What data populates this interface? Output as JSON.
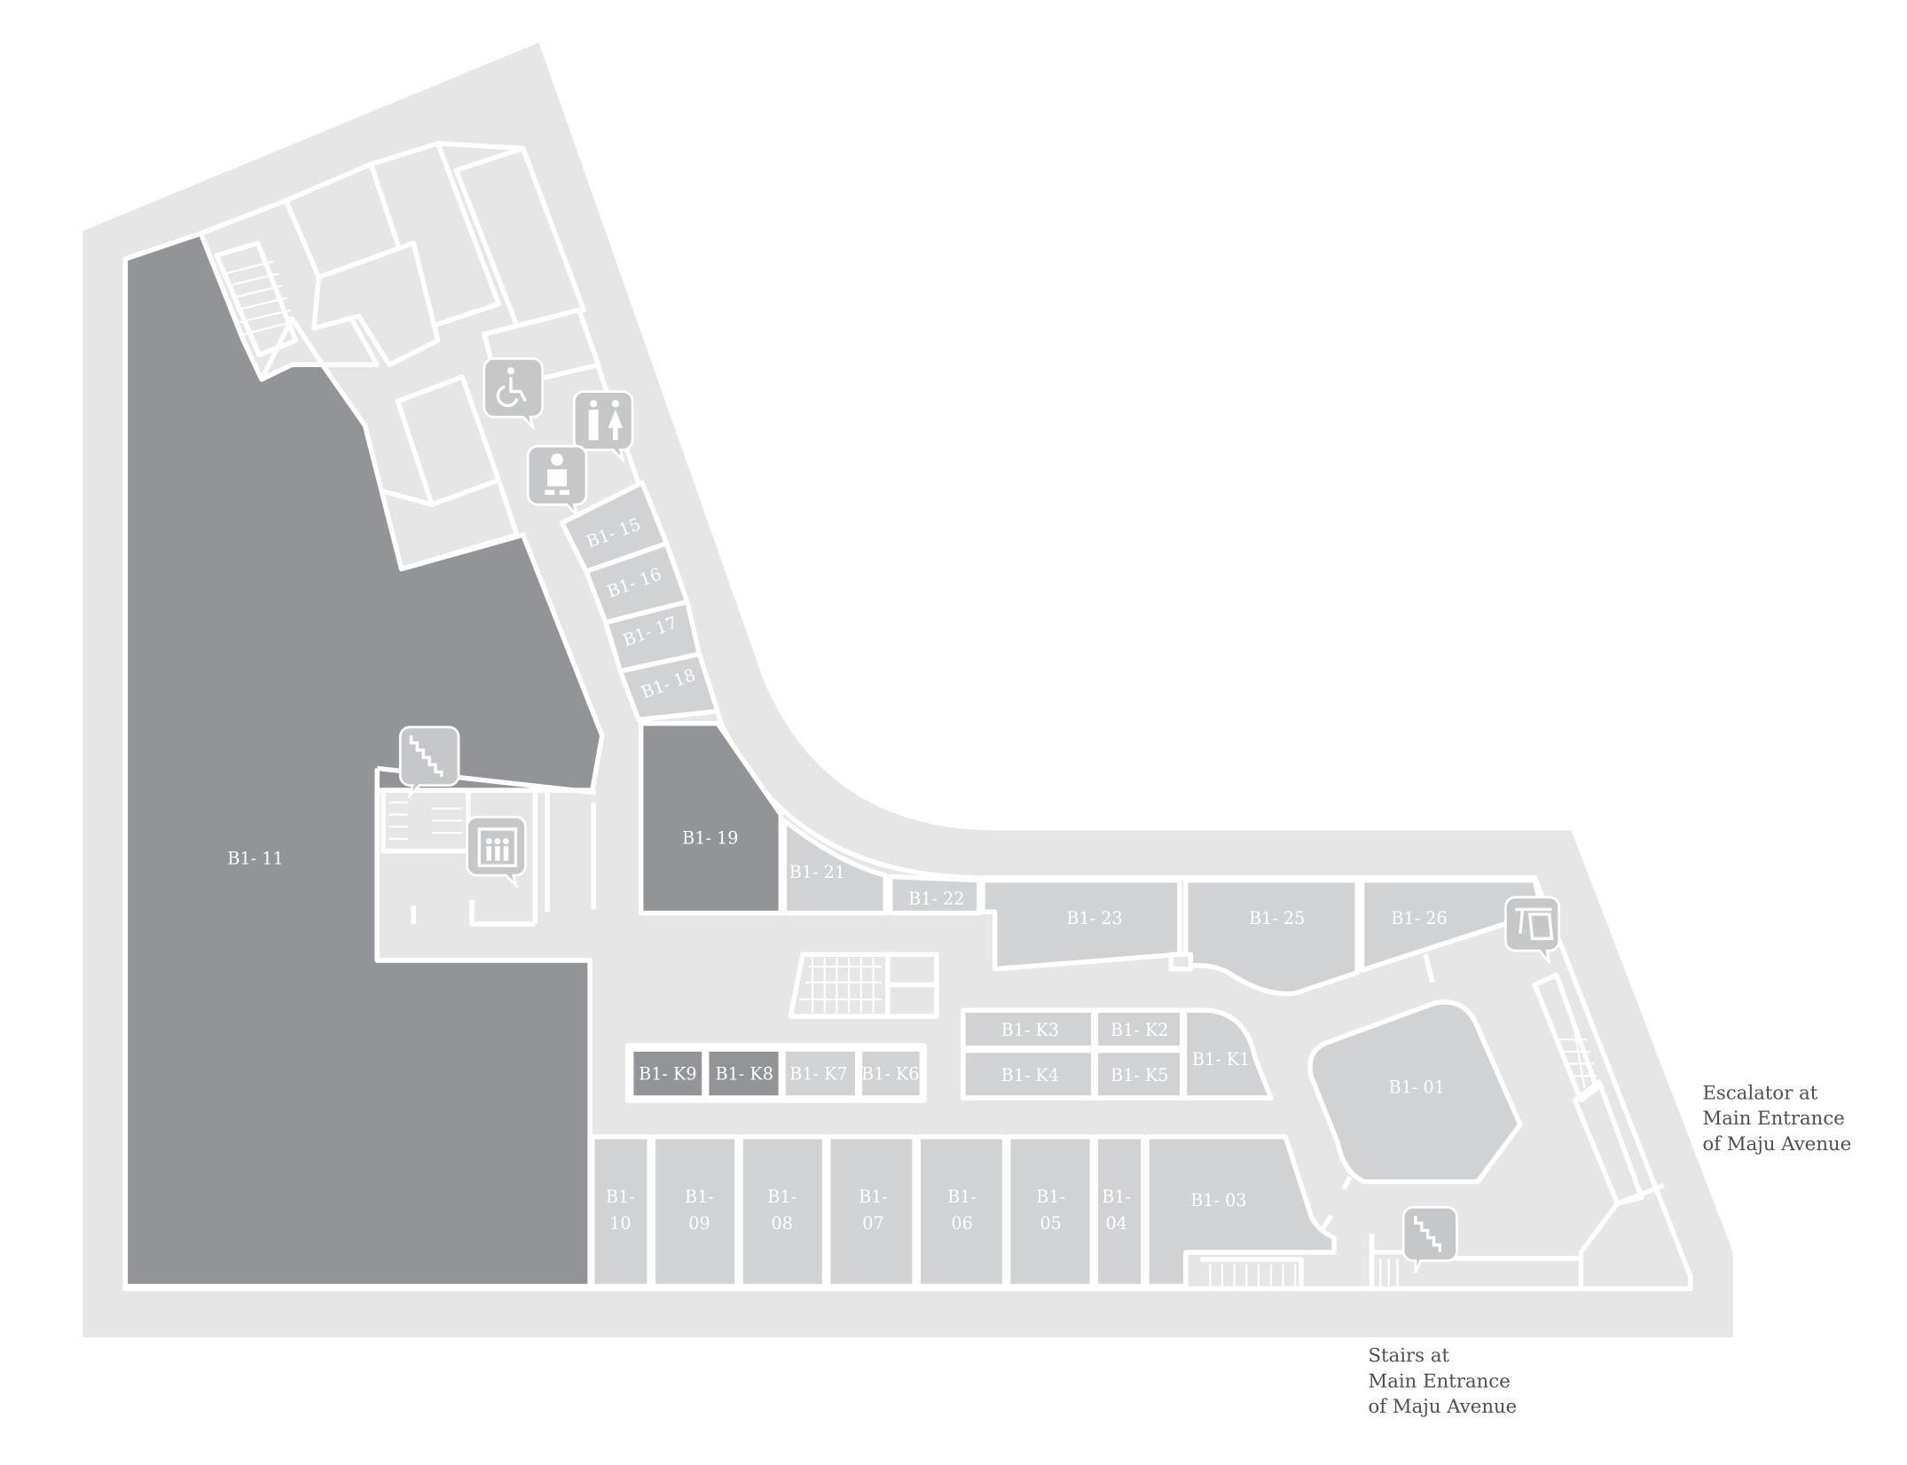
{
  "map": {
    "floor_level": "B1",
    "colors": {
      "walkway": "#e6e6e7",
      "unit": "#d1d2d4",
      "highlight": "#939497",
      "wall": "#ffffff",
      "icon": "#c6c7c9"
    },
    "units": {
      "b1_11": "B1- 11",
      "b1_15": "B1- 15",
      "b1_16": "B1- 16",
      "b1_17": "B1- 17",
      "b1_18": "B1- 18",
      "b1_19": "B1- 19",
      "b1_21": "B1- 21",
      "b1_22": "B1- 22",
      "b1_23": "B1- 23",
      "b1_25": "B1- 25",
      "b1_26": "B1- 26",
      "b1_01": "B1- 01",
      "b1_03": "B1- 03",
      "b1_04": [
        "B1-",
        "04"
      ],
      "b1_05": [
        "B1-",
        "05"
      ],
      "b1_06": [
        "B1-",
        "06"
      ],
      "b1_07": [
        "B1-",
        "07"
      ],
      "b1_08": [
        "B1-",
        "08"
      ],
      "b1_09": [
        "B1-",
        "09"
      ],
      "b1_10": [
        "B1-",
        "10"
      ],
      "k1": "B1- K1",
      "k2": "B1- K2",
      "k3": "B1- K3",
      "k4": "B1- K4",
      "k5": "B1- K5",
      "k6": "B1- K6",
      "k7": "B1- K7",
      "k8": "B1- K8",
      "k9": "B1- K9"
    },
    "icons": [
      "wheelchair-icon",
      "restroom-icon",
      "baby-change-icon",
      "stairs-icon",
      "lift-icon",
      "atm-icon",
      "stairs-icon"
    ],
    "notes": {
      "escalator": [
        "Escalator at",
        "Main Entrance",
        "of Maju Avenue"
      ],
      "stairs": [
        "Stairs at",
        "Main Entrance",
        "of Maju Avenue"
      ]
    }
  }
}
